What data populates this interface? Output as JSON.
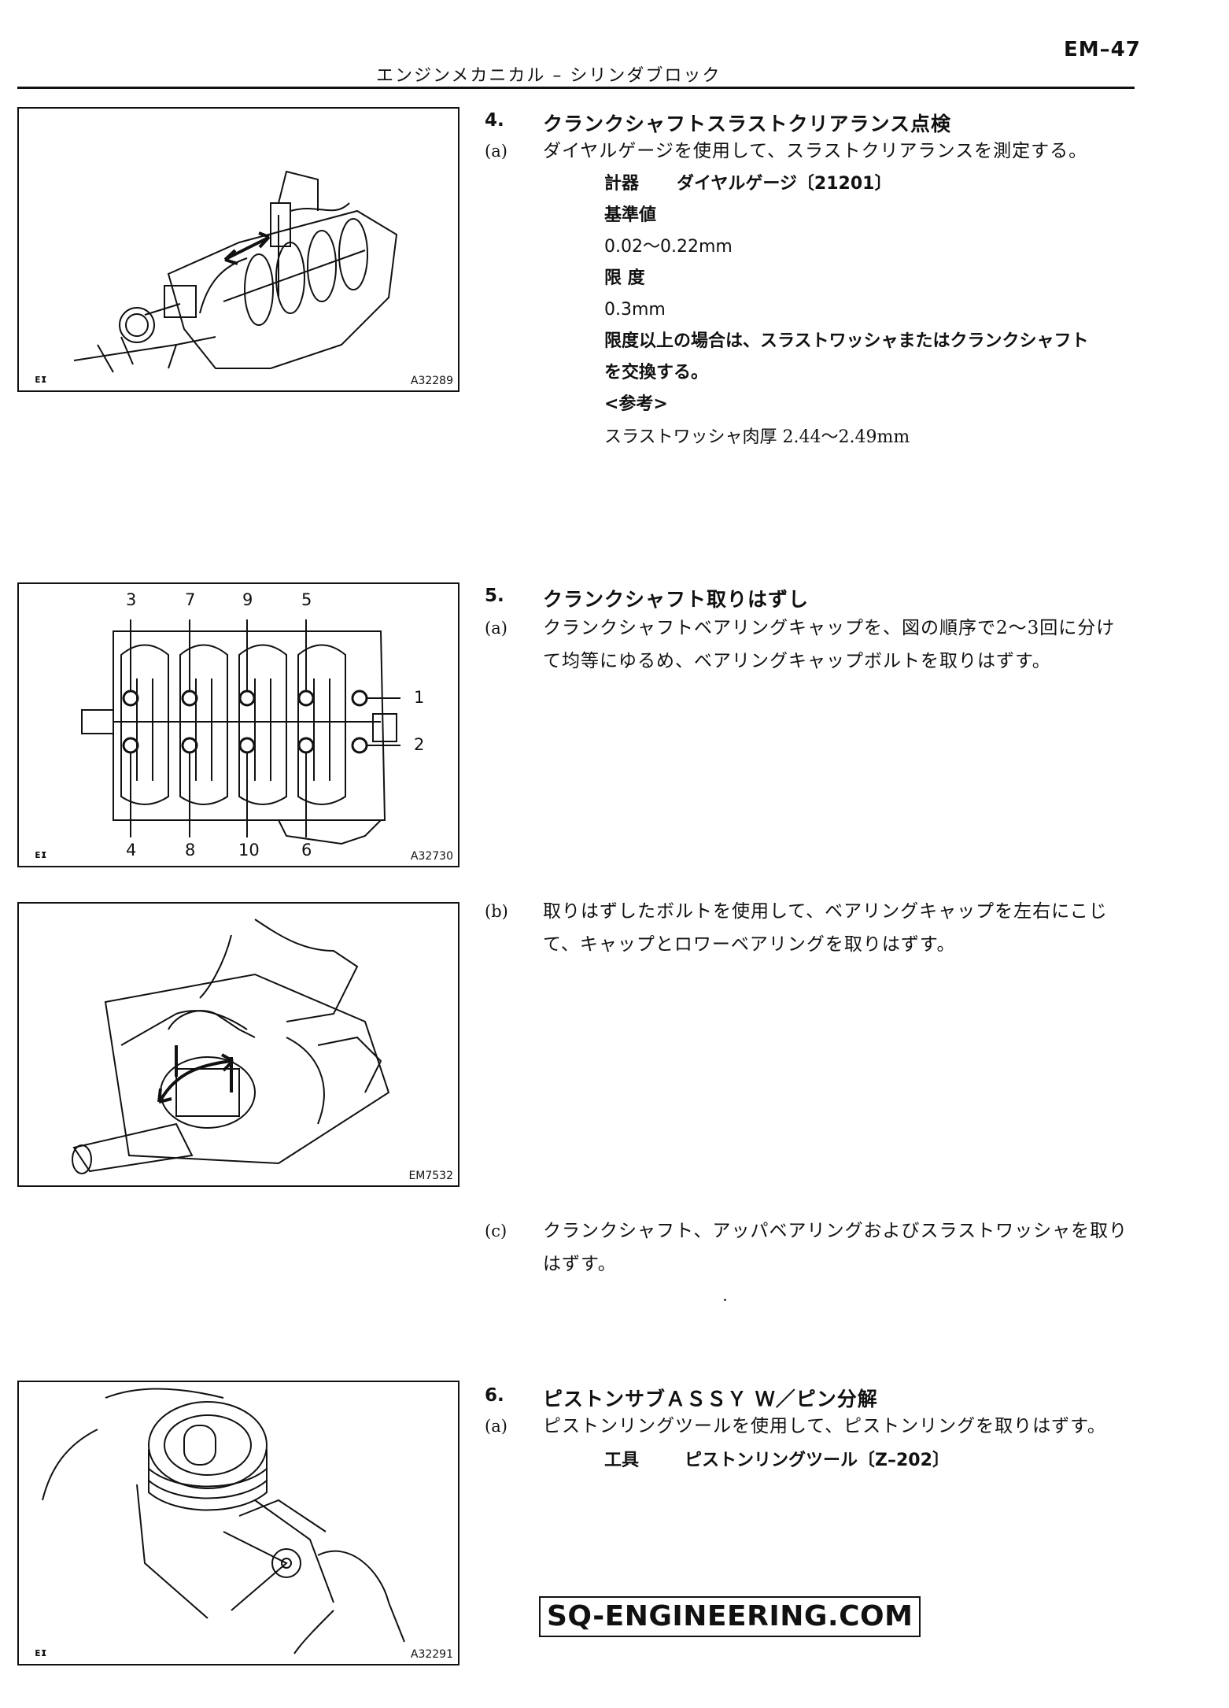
{
  "header": {
    "page_code": "EM–47",
    "title": "エンジンメカニカル – シリンダブロック"
  },
  "figures": {
    "fig1": {
      "code": "A32289",
      "logo": "ᴇɪ"
    },
    "fig2": {
      "code": "A32730",
      "logo": "ᴇɪ",
      "top_labels": [
        "3",
        "7",
        "9",
        "5"
      ],
      "bottom_labels": [
        "4",
        "8",
        "10",
        "6"
      ],
      "side_labels": [
        "1",
        "2"
      ]
    },
    "fig3": {
      "code": "EM7532"
    },
    "fig4": {
      "code": "A32291",
      "logo": "ᴇɪ"
    }
  },
  "step4": {
    "num": "4.",
    "title": "クランクシャフトスラストクリアランス点検",
    "a_label": "(a)",
    "a_text": "ダイヤルゲージを使用して、スラストクリアランスを測定する。",
    "tool_label": "計器",
    "tool_value": "ダイヤルゲージ〔21201〕",
    "standard_label": "基準値",
    "standard_value": "0.02～0.22mm",
    "limit_label": "限 度",
    "limit_value": "0.3mm",
    "note_line1": "限度以上の場合は、スラストワッシャまたはクランクシャフト",
    "note_line2": "を交換する。",
    "ref_label": "<参考>",
    "ref_text": "スラストワッシャ肉厚 2.44～2.49mm"
  },
  "step5": {
    "num": "5.",
    "title": "クランクシャフト取りはずし",
    "a_label": "(a)",
    "a_line1": "クランクシャフトベアリングキャップを、図の順序で2～3回に分け",
    "a_line2": "て均等にゆるめ、ベアリングキャップボルトを取りはずす。",
    "b_label": "(b)",
    "b_line1": "取りはずしたボルトを使用して、ベアリングキャップを左右にこじ",
    "b_line2": "て、キャップとロワーベアリングを取りはずす。",
    "c_label": "(c)",
    "c_line1": "クランクシャフト、アッパベアリングおよびスラストワッシャを取り",
    "c_line2": "はずす。"
  },
  "step6": {
    "num": "6.",
    "title": "ピストンサブＡＳＳＹ Ｗ／ピン分解",
    "a_label": "(a)",
    "a_text": "ピストンリングツールを使用して、ピストンリングを取りはずす。",
    "tool_label": "工具",
    "tool_value": "ピストンリングツール〔Z–202〕"
  },
  "watermark": "SQ-ENGINEERING.COM"
}
